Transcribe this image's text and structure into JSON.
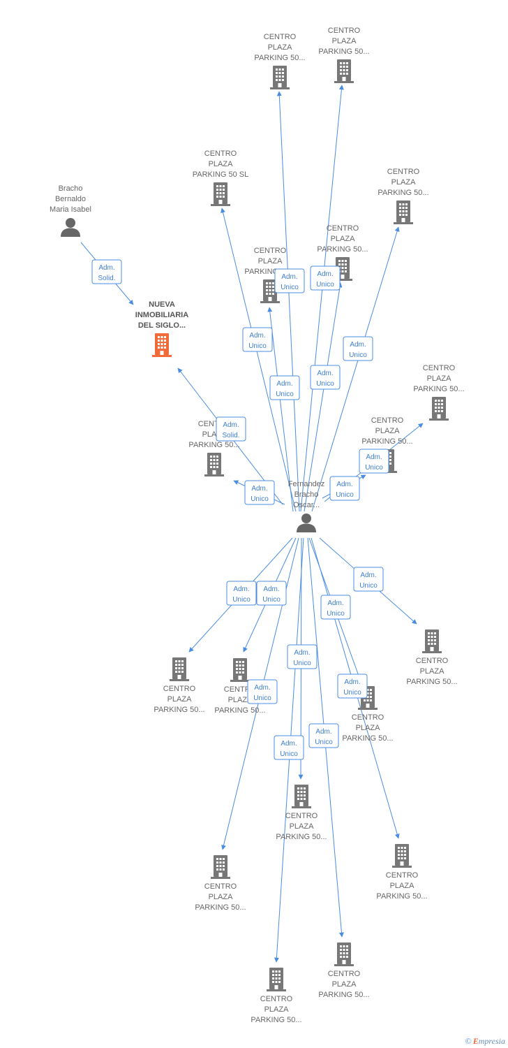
{
  "colors": {
    "edge": "#4a8de0",
    "building": "#777777",
    "building_main": "#f26a3a",
    "person": "#666666"
  },
  "nodes": [
    {
      "id": "person-fernandez",
      "kind": "person",
      "lines": [
        "Fernandez",
        "Bracho",
        "Oscar..."
      ]
    },
    {
      "id": "person-bracho",
      "kind": "person",
      "lines": [
        "Bracho",
        "Bernaldo",
        "Maria Isabel"
      ]
    },
    {
      "id": "company-nueva",
      "kind": "company-main",
      "lines": [
        "NUEVA",
        "INMOBILIARIA",
        "DEL SIGLO..."
      ]
    },
    {
      "id": "company-01",
      "kind": "company",
      "lines": [
        "CENTRO",
        "PLAZA",
        "PARKING 50..."
      ]
    },
    {
      "id": "company-02",
      "kind": "company",
      "lines": [
        "CENTRO",
        "PLAZA",
        "PARKING 50..."
      ]
    },
    {
      "id": "company-03",
      "kind": "company",
      "lines": [
        "CENTRO",
        "PLAZA",
        "PARKING 50 SL"
      ]
    },
    {
      "id": "company-04",
      "kind": "company",
      "lines": [
        "CENTRO",
        "PLAZA",
        "PARKING 50..."
      ]
    },
    {
      "id": "company-05",
      "kind": "company",
      "lines": [
        "CENTRO",
        "PLAZA",
        "PARKING 50..."
      ]
    },
    {
      "id": "company-06",
      "kind": "company",
      "lines": [
        "CENTRO",
        "PLAZA",
        "PARKING 50..."
      ]
    },
    {
      "id": "company-07",
      "kind": "company",
      "lines": [
        "CENTRO",
        "PLAZA",
        "PARKING 50..."
      ]
    },
    {
      "id": "company-08",
      "kind": "company",
      "lines": [
        "CENTRO",
        "PLAZA",
        "PARKING 50..."
      ]
    },
    {
      "id": "company-09",
      "kind": "company",
      "lines": [
        "CENTRO",
        "PLAZA",
        "PARKING 50..."
      ]
    },
    {
      "id": "company-10",
      "kind": "company",
      "lines": [
        "CENTRO",
        "PLAZA",
        "PARKING 50..."
      ]
    },
    {
      "id": "company-11",
      "kind": "company",
      "lines": [
        "CENTRO",
        "PLAZA",
        "PARKING 50..."
      ]
    },
    {
      "id": "company-12",
      "kind": "company",
      "lines": [
        "CENTRO",
        "PLAZA",
        "PARKING 50..."
      ]
    },
    {
      "id": "company-13",
      "kind": "company",
      "lines": [
        "CENTRO",
        "PLAZA",
        "PARKING 50..."
      ]
    },
    {
      "id": "company-14",
      "kind": "company",
      "lines": [
        "CENTRO",
        "PLAZA",
        "PARKING 50..."
      ]
    },
    {
      "id": "company-15",
      "kind": "company",
      "lines": [
        "CENTRO",
        "PLAZA",
        "PARKING 50..."
      ]
    },
    {
      "id": "company-16",
      "kind": "company",
      "lines": [
        "CENTRO",
        "PLAZA",
        "PARKING 50..."
      ]
    },
    {
      "id": "company-17",
      "kind": "company",
      "lines": [
        "CENTRO",
        "PLAZA",
        "PARKING 50..."
      ]
    },
    {
      "id": "company-18",
      "kind": "company",
      "lines": [
        "CENTRO",
        "PLAZA",
        "PARKING 50..."
      ]
    },
    {
      "id": "company-19",
      "kind": "company",
      "lines": [
        "CENTRO",
        "PLAZA",
        "PARKING 50..."
      ]
    }
  ],
  "edges": [
    {
      "from": "person-bracho",
      "to": "company-nueva",
      "lines": [
        "Adm.",
        "Solid."
      ]
    },
    {
      "from": "person-fernandez",
      "to": "company-nueva",
      "lines": [
        "Adm.",
        "Solid."
      ]
    },
    {
      "from": "person-fernandez",
      "to": "company-01",
      "lines": [
        "Adm.",
        "Unico"
      ]
    },
    {
      "from": "person-fernandez",
      "to": "company-02",
      "lines": [
        "Adm.",
        "Unico"
      ]
    },
    {
      "from": "person-fernandez",
      "to": "company-03",
      "lines": [
        "Adm.",
        "Unico"
      ]
    },
    {
      "from": "person-fernandez",
      "to": "company-04",
      "lines": [
        "Adm.",
        "Unico"
      ]
    },
    {
      "from": "person-fernandez",
      "to": "company-05",
      "lines": [
        "Adm.",
        "Unico"
      ]
    },
    {
      "from": "person-fernandez",
      "to": "company-06",
      "lines": [
        "Adm.",
        "Unico"
      ]
    },
    {
      "from": "person-fernandez",
      "to": "company-07",
      "lines": [
        "Adm.",
        "Unico"
      ]
    },
    {
      "from": "person-fernandez",
      "to": "company-08",
      "lines": [
        "Adm.",
        "Unico"
      ]
    },
    {
      "from": "person-fernandez",
      "to": "company-09",
      "lines": [
        "Adm.",
        "Unico"
      ]
    },
    {
      "from": "person-fernandez",
      "to": "company-10",
      "lines": [
        "Adm.",
        "Unico"
      ]
    },
    {
      "from": "person-fernandez",
      "to": "company-11",
      "lines": [
        "Adm.",
        "Unico"
      ]
    },
    {
      "from": "person-fernandez",
      "to": "company-12",
      "lines": [
        "Adm.",
        "Unico"
      ]
    },
    {
      "from": "person-fernandez",
      "to": "company-13",
      "lines": [
        "Adm.",
        "Unico"
      ]
    },
    {
      "from": "person-fernandez",
      "to": "company-14",
      "lines": [
        "Adm.",
        "Unico"
      ]
    },
    {
      "from": "person-fernandez",
      "to": "company-15",
      "lines": [
        "Adm.",
        "Unico"
      ]
    },
    {
      "from": "person-fernandez",
      "to": "company-16",
      "lines": [
        "Adm.",
        "Unico"
      ]
    },
    {
      "from": "person-fernandez",
      "to": "company-17",
      "lines": [
        "Adm.",
        "Unico"
      ]
    },
    {
      "from": "person-fernandez",
      "to": "company-18",
      "lines": [
        "Adm.",
        "Unico"
      ]
    },
    {
      "from": "person-fernandez",
      "to": "company-19",
      "lines": [
        "Adm.",
        "Unico"
      ]
    }
  ],
  "footer": {
    "copyright": "©",
    "brand_initial": "E",
    "brand_rest": "mpresia"
  }
}
